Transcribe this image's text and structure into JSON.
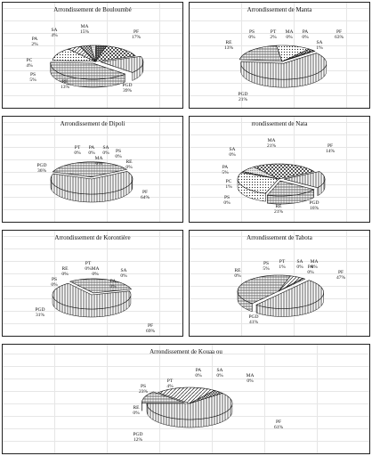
{
  "chart_data": [
    {
      "type": "pie",
      "title": "Arrondissement de Bouloumbé",
      "categories": [
        "PF",
        "PGD",
        "RE",
        "PS",
        "PC",
        "PA",
        "SA",
        "MA"
      ],
      "values": [
        17,
        39,
        13,
        5,
        4,
        2,
        4,
        15
      ],
      "labels": {
        "PF": "PF\n17%",
        "PGD": "PGD\n39%",
        "RE": "RE\n13%",
        "PS": "PS\n5%",
        "PC": "PC\n4%",
        "PA": "PA\n2%",
        "SA": "SA\n4%",
        "MA": "MA\n15%"
      }
    },
    {
      "type": "pie",
      "title": "Arrondissement de Manta",
      "categories": [
        "PF",
        "PGD",
        "RE",
        "PS",
        "PT",
        "MA",
        "PA",
        "SA"
      ],
      "values": [
        63,
        21,
        13,
        0,
        2,
        0,
        0,
        1
      ],
      "labels": {
        "PF": "PF\n63%",
        "PGD": "PGD\n21%",
        "RE": "RE\n13%",
        "PS": "PS\n0%",
        "PT": "PT\n2%",
        "MA": "MA\n0%",
        "PA": "PA\n0%",
        "SA": "SA\n1%"
      }
    },
    {
      "type": "pie",
      "title": "Arrondissement de Dipoli",
      "categories": [
        "PF",
        "PGD",
        "PT",
        "PA",
        "SA",
        "MA",
        "PS",
        "RE"
      ],
      "values": [
        64,
        36,
        0,
        0,
        0,
        0,
        0,
        0
      ],
      "labels": {
        "PF": "PF\n64%",
        "PGD": "PGD\n36%",
        "PT": "PT\n0%",
        "PA": "PA\n0%",
        "SA": "SA\n0%",
        "MA": "MA\n0%",
        "PS": "PS\n0%",
        "RE": "RE\n0%"
      }
    },
    {
      "type": "pie",
      "title": "rrondissement de Nata",
      "categories": [
        "PF",
        "PGD",
        "RE",
        "PS",
        "PC",
        "PA",
        "SA",
        "MA"
      ],
      "values": [
        14,
        16,
        21,
        0,
        1,
        5,
        0,
        21
      ],
      "labels": {
        "PF": "PF\n14%",
        "PGD": "PGD\n16%",
        "RE": "RE\n21%",
        "PS": "PS\n0%",
        "PC": "PC\n1%",
        "PA": "PA\n5%",
        "SA": "SA\n0%",
        "MA": "MA\n21%"
      }
    },
    {
      "type": "pie",
      "title": "Arrondissement de Korontière",
      "categories": [
        "PF",
        "PGD",
        "PS",
        "RE",
        "PT",
        "MA",
        "SA",
        "PA"
      ],
      "values": [
        69,
        31,
        0,
        0,
        0,
        0,
        0,
        0
      ],
      "labels": {
        "PF": "PF\n69%",
        "PGD": "PGD\n31%",
        "PS": "PS\n0%",
        "RE": "RE\n0%",
        "PT": "PT\n0%",
        "MA": "MA\n0%",
        "SA": "SA\n0%",
        "PA": "PA\n0%"
      }
    },
    {
      "type": "pie",
      "title": "Arrondissement de Tabota",
      "categories": [
        "PF",
        "PGD",
        "RE",
        "PS",
        "PT",
        "SA",
        "PA",
        "MA"
      ],
      "values": [
        47,
        41,
        0,
        5,
        1,
        0,
        0,
        0
      ],
      "labels": {
        "PF": "PF\n47%",
        "PGD": "PGD\n41%",
        "RE": "RE\n0%",
        "PS": "PS\n5%",
        "PT": "PT\n1%",
        "SA": "SA\n0%",
        "PA": "PA\n0%",
        "MA": "MA\n0%"
      }
    },
    {
      "type": "pie",
      "title": "Arrondissement de Kouaa   ou",
      "categories": [
        "PF",
        "PGD",
        "RE",
        "PS",
        "PT",
        "PA",
        "SA",
        "MA"
      ],
      "values": [
        61,
        12,
        0,
        23,
        4,
        0,
        0,
        0
      ],
      "labels": {
        "PF": "PF\n61%",
        "PGD": "PGD\n12%",
        "RE": "RE\n0%",
        "PS": "PS\n23%",
        "PT": "PT\n4%",
        "PA": "PA\n0%",
        "SA": "SA\n0%",
        "MA": "MA\n0%"
      }
    }
  ]
}
